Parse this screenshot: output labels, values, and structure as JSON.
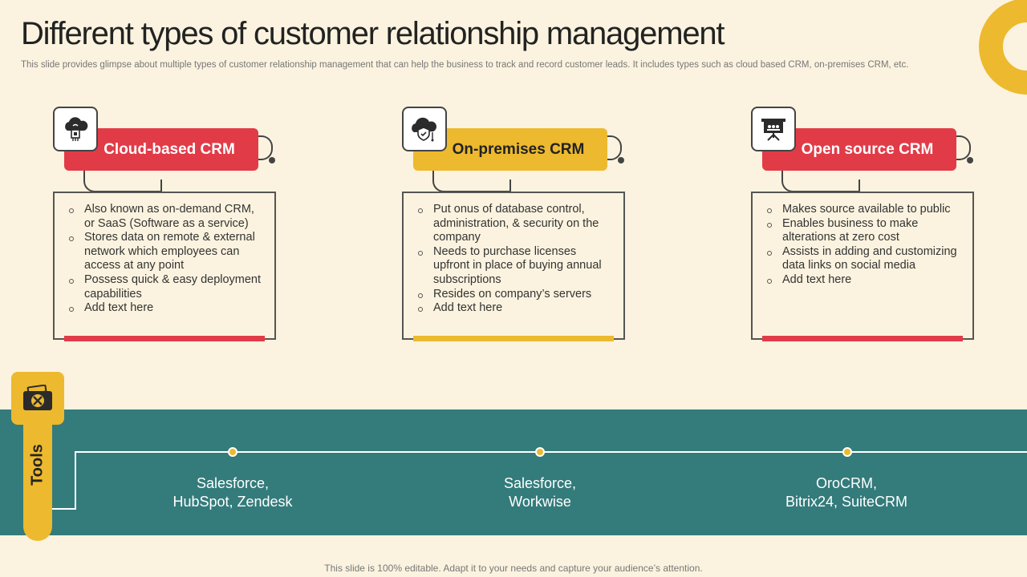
{
  "header": {
    "title": "Different types of customer relationship management",
    "subtitle": "This slide provides glimpse about multiple types of customer relationship management that can help the business to track and record customer leads. It includes types such as cloud based CRM, on-premises CRM, etc."
  },
  "cards": [
    {
      "title": "Cloud-based CRM",
      "icon": "cloud-chip-icon",
      "accent": "#E23B48",
      "bullets": [
        "Also known as on-demand CRM, or SaaS (Software as a service)",
        "Stores data on remote & external network which employees can access at any point",
        "Possess quick & easy deployment capabilities",
        "Add text here"
      ]
    },
    {
      "title": "On-premises CRM",
      "icon": "cloud-shield-icon",
      "accent": "#EDB92E",
      "bullets": [
        "Put onus of database control, administration, & security on the company",
        "Needs to purchase licenses upfront in place of buying annual subscriptions",
        "Resides on company’s servers",
        "Add text here"
      ]
    },
    {
      "title": "Open source CRM",
      "icon": "presentation-board-icon",
      "accent": "#E23B48",
      "bullets": [
        "Makes source available to public",
        "Enables business to make alterations at zero cost",
        "Assists in adding and customizing data links on social media",
        "Add text here"
      ]
    }
  ],
  "tools": {
    "label": "Tools",
    "icon": "toolbox-icon",
    "items": [
      "Salesforce,\nHubSpot, Zendesk",
      "Salesforce,\nWorkwise",
      "OroCRM,\nBitrix24, SuiteCRM"
    ]
  },
  "footer": "This slide is 100% editable. Adapt it to your needs and capture your audience’s attention.",
  "colors": {
    "background": "#FBF3DF",
    "red": "#E23B48",
    "yellow": "#EDB92E",
    "teal": "#347B7B"
  }
}
